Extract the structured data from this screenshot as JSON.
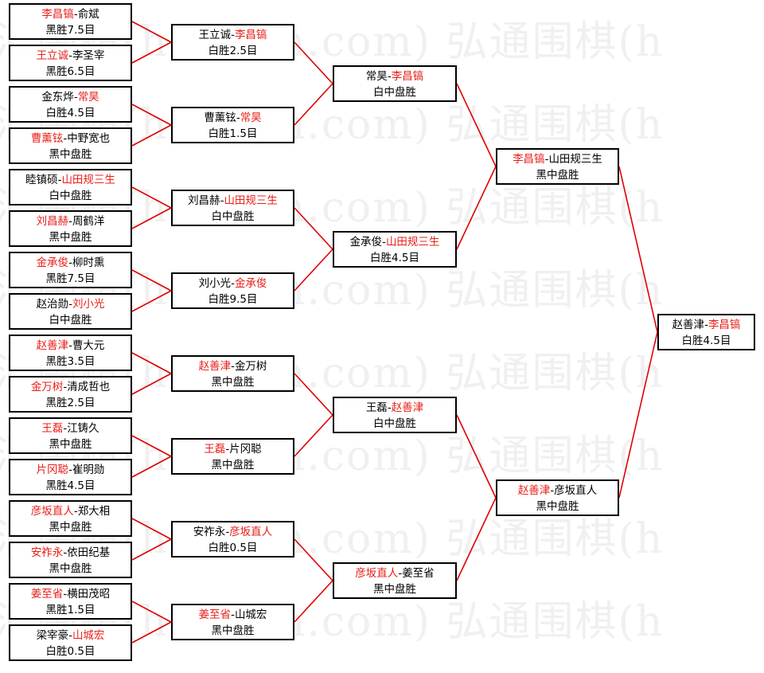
{
  "watermark": "汇围棋(hoetom.com) 弘通围棋(h",
  "colors": {
    "winner_text": "#e8201a",
    "line": "#e00000",
    "border": "#000000",
    "watermark": "#f0f0f0"
  },
  "rounds": [
    [
      {
        "p1": "李昌镐",
        "p2": "俞斌",
        "winner": 1,
        "result": "黑胜7.5目"
      },
      {
        "p1": "王立诚",
        "p2": "李圣宰",
        "winner": 1,
        "result": "黑胜6.5目"
      },
      {
        "p1": "金东烨",
        "p2": "常昊",
        "winner": 2,
        "result": "白胜4.5目"
      },
      {
        "p1": "曹薰铉",
        "p2": "中野宽也",
        "winner": 1,
        "result": "黑中盘胜"
      },
      {
        "p1": "睦镇硕",
        "p2": "山田规三生",
        "winner": 2,
        "result": "白中盘胜"
      },
      {
        "p1": "刘昌赫",
        "p2": "周鹤洋",
        "winner": 1,
        "result": "黑中盘胜"
      },
      {
        "p1": "金承俊",
        "p2": "柳时熏",
        "winner": 1,
        "result": "黑胜7.5目"
      },
      {
        "p1": "赵治勋",
        "p2": "刘小光",
        "winner": 2,
        "result": "白中盘胜"
      },
      {
        "p1": "赵善津",
        "p2": "曹大元",
        "winner": 1,
        "result": "黑胜3.5目"
      },
      {
        "p1": "金万树",
        "p2": "清成哲也",
        "winner": 1,
        "result": "黑胜2.5目"
      },
      {
        "p1": "王磊",
        "p2": "江铸久",
        "winner": 1,
        "result": "黑中盘胜"
      },
      {
        "p1": "片冈聪",
        "p2": "崔明勋",
        "winner": 1,
        "result": "黑胜4.5目"
      },
      {
        "p1": "彦坂直人",
        "p2": "郑大相",
        "winner": 1,
        "result": "黑中盘胜"
      },
      {
        "p1": "安祚永",
        "p2": "依田纪基",
        "winner": 1,
        "result": "黑中盘胜"
      },
      {
        "p1": "姜至省",
        "p2": "横田茂昭",
        "winner": 1,
        "result": "黑胜1.5目"
      },
      {
        "p1": "梁宰豪",
        "p2": "山城宏",
        "winner": 2,
        "result": "白胜0.5目"
      }
    ],
    [
      {
        "p1": "王立诚",
        "p2": "李昌镐",
        "winner": 2,
        "result": "白胜2.5目"
      },
      {
        "p1": "曹薰铉",
        "p2": "常昊",
        "winner": 2,
        "result": "白胜1.5目"
      },
      {
        "p1": "刘昌赫",
        "p2": "山田规三生",
        "winner": 2,
        "result": "白中盘胜"
      },
      {
        "p1": "刘小光",
        "p2": "金承俊",
        "winner": 2,
        "result": "白胜9.5目"
      },
      {
        "p1": "赵善津",
        "p2": "金万树",
        "winner": 1,
        "result": "黑中盘胜"
      },
      {
        "p1": "王磊",
        "p2": "片冈聪",
        "winner": 1,
        "result": "黑中盘胜"
      },
      {
        "p1": "安祚永",
        "p2": "彦坂直人",
        "winner": 2,
        "result": "白胜0.5目"
      },
      {
        "p1": "姜至省",
        "p2": "山城宏",
        "winner": 1,
        "result": "黑中盘胜"
      }
    ],
    [
      {
        "p1": "常昊",
        "p2": "李昌镐",
        "winner": 2,
        "result": "白中盘胜"
      },
      {
        "p1": "金承俊",
        "p2": "山田规三生",
        "winner": 2,
        "result": "白胜4.5目"
      },
      {
        "p1": "王磊",
        "p2": "赵善津",
        "winner": 2,
        "result": "白中盘胜"
      },
      {
        "p1": "彦坂直人",
        "p2": "姜至省",
        "winner": 1,
        "result": "黑中盘胜"
      }
    ],
    [
      {
        "p1": "李昌镐",
        "p2": "山田规三生",
        "winner": 1,
        "result": "黑中盘胜"
      },
      {
        "p1": "赵善津",
        "p2": "彦坂直人",
        "winner": 1,
        "result": "黑中盘胜"
      }
    ],
    [
      {
        "p1": "赵善津",
        "p2": "李昌镐",
        "winner": 2,
        "result": "白胜4.5目"
      }
    ]
  ]
}
